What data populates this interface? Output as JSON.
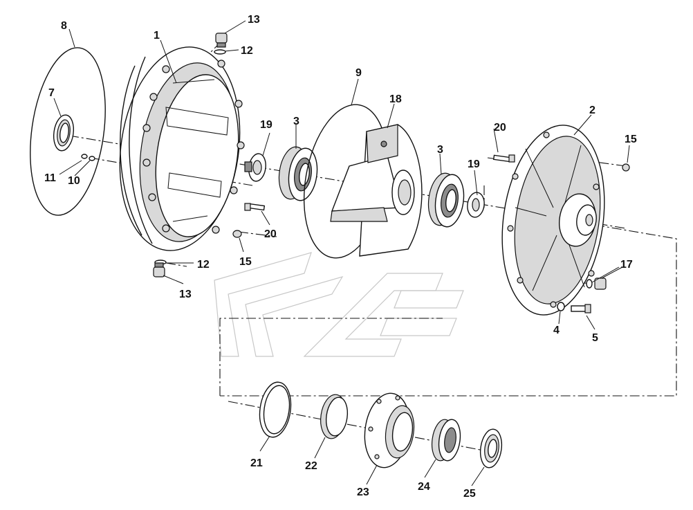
{
  "parts": [
    {
      "key": "p1",
      "label": "1"
    },
    {
      "key": "p2",
      "label": "2"
    },
    {
      "key": "p3a",
      "label": "3"
    },
    {
      "key": "p3b",
      "label": "3"
    },
    {
      "key": "p4",
      "label": "4"
    },
    {
      "key": "p5",
      "label": "5"
    },
    {
      "key": "p7",
      "label": "7"
    },
    {
      "key": "p8",
      "label": "8"
    },
    {
      "key": "p9",
      "label": "9"
    },
    {
      "key": "p10",
      "label": "10"
    },
    {
      "key": "p11",
      "label": "11"
    },
    {
      "key": "p12a",
      "label": "12"
    },
    {
      "key": "p12b",
      "label": "12"
    },
    {
      "key": "p13a",
      "label": "13"
    },
    {
      "key": "p13b",
      "label": "13"
    },
    {
      "key": "p15a",
      "label": "15"
    },
    {
      "key": "p15b",
      "label": "15"
    },
    {
      "key": "p17",
      "label": "17"
    },
    {
      "key": "p18",
      "label": "18"
    },
    {
      "key": "p19a",
      "label": "19"
    },
    {
      "key": "p19b",
      "label": "19"
    },
    {
      "key": "p20a",
      "label": "20"
    },
    {
      "key": "p20b",
      "label": "20"
    },
    {
      "key": "p21",
      "label": "21"
    },
    {
      "key": "p22",
      "label": "22"
    },
    {
      "key": "p23",
      "label": "23"
    },
    {
      "key": "p24",
      "label": "24"
    },
    {
      "key": "p25",
      "label": "25"
    }
  ]
}
